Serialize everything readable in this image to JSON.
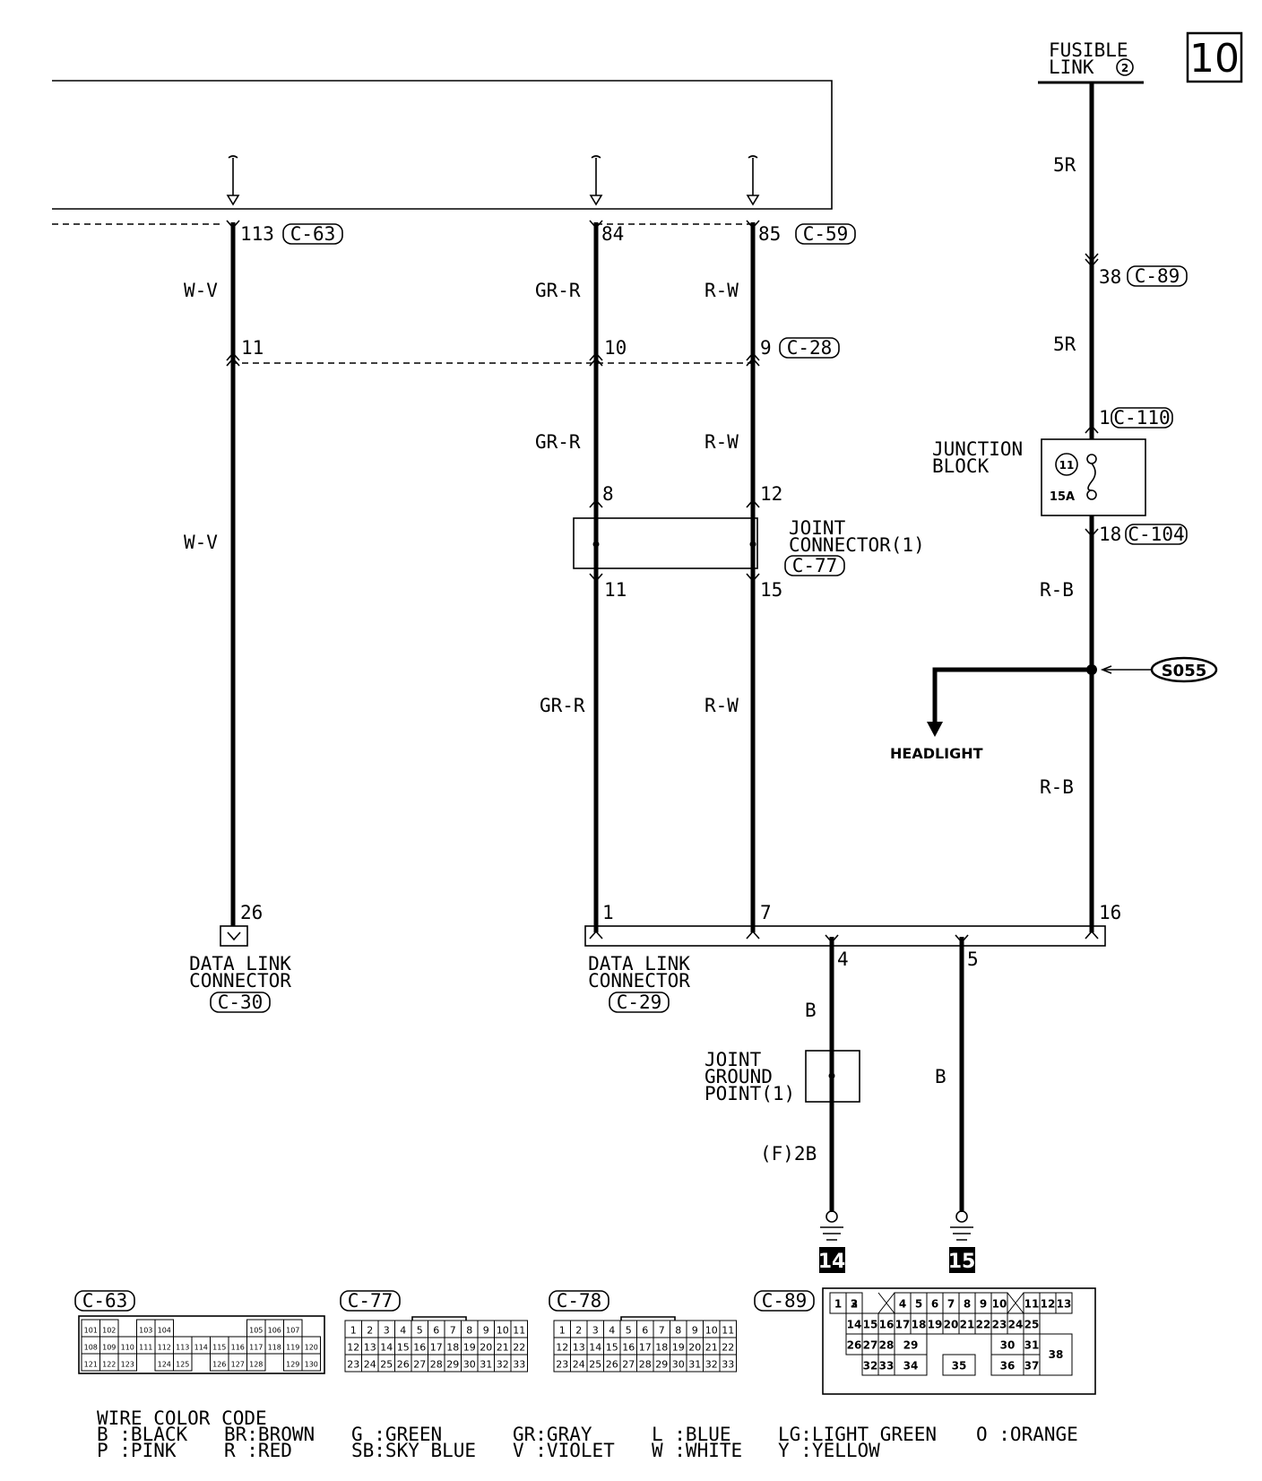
{
  "page_number": "10",
  "fusible_link": {
    "line1": "FUSIBLE",
    "line2": "LINK",
    "num": "2"
  },
  "wire_labels": {
    "wv": "W-V",
    "grr": "GR-R",
    "rw": "R-W",
    "r5": "5R",
    "rb": "R-B",
    "b": "B",
    "f2b": "(F)2B"
  },
  "connectors": {
    "c63": "C-63",
    "c59": "C-59",
    "c28": "C-28",
    "c89": "C-89",
    "c110": "C-110",
    "c104": "C-104",
    "c77": "C-77",
    "c30": "C-30",
    "c29": "C-29",
    "c78": "C-78"
  },
  "pins": {
    "p113": "113",
    "p84": "84",
    "p85": "85",
    "p38": "38",
    "p11a": "11",
    "p10": "10",
    "p9": "9",
    "p1a": "1",
    "p8": "8",
    "p12": "12",
    "p11b": "11",
    "p15": "15",
    "p18": "18",
    "p26": "26",
    "p1b": "1",
    "p7": "7",
    "p16": "16",
    "p4": "4",
    "p5": "5"
  },
  "junction_block": {
    "line1": "JUNCTION",
    "line2": "BLOCK",
    "fuse_num": "11",
    "fuse_amp": "15A"
  },
  "joint_connector": {
    "line1": "JOINT",
    "line2": "CONNECTOR(1)"
  },
  "splice": "S055",
  "headlight": "HEADLIGHT",
  "dlc": {
    "line1": "DATA LINK",
    "line2": "CONNECTOR"
  },
  "jgp": {
    "line1": "JOINT",
    "line2": "GROUND",
    "line3": "POINT(1)"
  },
  "grounds": {
    "g14": "14",
    "g15": "15"
  },
  "connector_tables": {
    "c63_rows": [
      [
        "101",
        "102",
        "",
        "103",
        "104",
        "",
        "",
        "",
        "",
        "105",
        "106",
        "107"
      ],
      [
        "108",
        "109",
        "110",
        "111",
        "112",
        "113",
        "114",
        "115",
        "116",
        "117",
        "118",
        "119",
        "120"
      ],
      [
        "121",
        "122",
        "123",
        "",
        "124",
        "125",
        "",
        "126",
        "127",
        "128",
        "",
        "129",
        "130"
      ]
    ],
    "c77_rows": [
      [
        "1",
        "2",
        "3",
        "4",
        "5",
        "6",
        "7",
        "8",
        "9",
        "10",
        "11"
      ],
      [
        "12",
        "13",
        "14",
        "15",
        "16",
        "17",
        "18",
        "19",
        "20",
        "21",
        "22"
      ],
      [
        "23",
        "24",
        "25",
        "26",
        "27",
        "28",
        "29",
        "30",
        "31",
        "32",
        "33"
      ]
    ],
    "c78_rows": [
      [
        "1",
        "2",
        "3",
        "4",
        "5",
        "6",
        "7",
        "8",
        "9",
        "10",
        "11"
      ],
      [
        "12",
        "13",
        "14",
        "15",
        "16",
        "17",
        "18",
        "19",
        "20",
        "21",
        "22"
      ],
      [
        "23",
        "24",
        "25",
        "26",
        "27",
        "28",
        "29",
        "30",
        "31",
        "32",
        "33"
      ]
    ],
    "c89_cells": [
      "1",
      "2",
      "3",
      "4",
      "5",
      "6",
      "7",
      "8",
      "9",
      "10",
      "11",
      "12",
      "13",
      "14",
      "15",
      "16",
      "17",
      "18",
      "19",
      "20",
      "21",
      "22",
      "23",
      "24",
      "25",
      "26",
      "27",
      "28",
      "29",
      "30",
      "31",
      "32",
      "33",
      "34",
      "35",
      "36",
      "37",
      "38"
    ]
  },
  "wire_color_code": {
    "title": "WIRE COLOR CODE",
    "row1": [
      "B :BLACK",
      "BR:BROWN",
      "G :GREEN",
      "GR:GRAY",
      "L :BLUE",
      "LG:LIGHT GREEN",
      "O :ORANGE"
    ],
    "row2": [
      "P :PINK",
      "R :RED",
      "SB:SKY BLUE",
      "V :VIOLET",
      "W :WHITE",
      "Y :YELLOW"
    ]
  }
}
